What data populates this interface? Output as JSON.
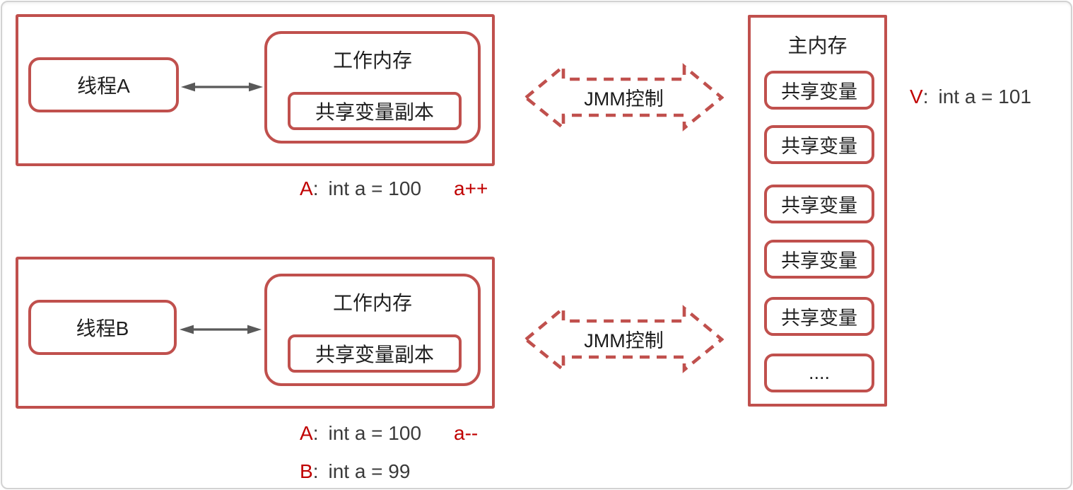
{
  "colors": {
    "box_border": "#C0504D",
    "red_text": "#C00000",
    "dark_text": "#3A3A3A",
    "gray_arrow": "#595959",
    "background": "#FFFFFF"
  },
  "thread_a": {
    "thread_label": "线程A",
    "working_memory_label": "工作内存",
    "shared_copy_label": "共享变量副本",
    "annotation": {
      "prefix": "A",
      "separator": ":",
      "value": "int a = 100",
      "op": "a++"
    }
  },
  "thread_b": {
    "thread_label": "线程B",
    "working_memory_label": "工作内存",
    "shared_copy_label": "共享变量副本",
    "annotations": [
      {
        "prefix": "A",
        "separator": ":",
        "value": "int a = 100",
        "op": "a--"
      },
      {
        "prefix": "B",
        "separator": ":",
        "value": "int a = 99",
        "op": ""
      }
    ]
  },
  "jmm": {
    "top_label": "JMM控制",
    "bottom_label": "JMM控制"
  },
  "main_memory": {
    "title": "主内存",
    "slots": [
      "共享变量",
      "共享变量",
      "共享变量",
      "共享变量",
      "共享变量",
      "...."
    ],
    "annotation": {
      "prefix": "V",
      "separator": ":",
      "value": "int a = 101"
    }
  }
}
